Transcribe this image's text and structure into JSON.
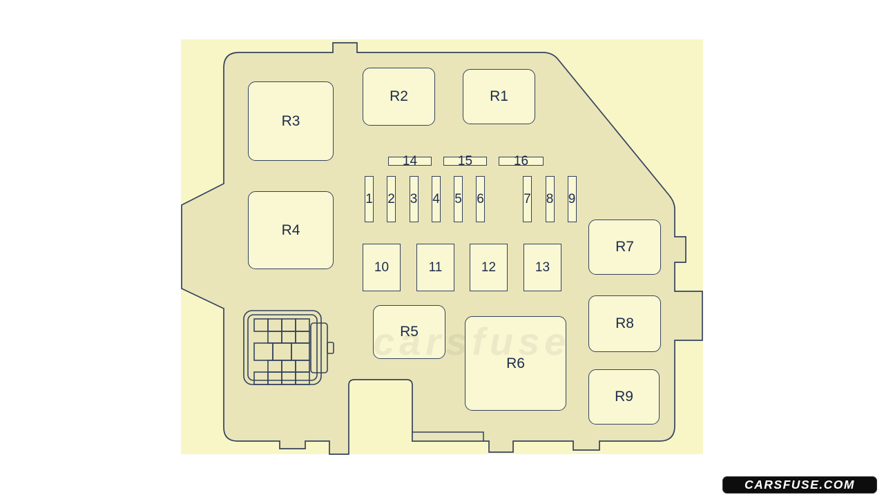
{
  "diagram": {
    "relays": [
      "R1",
      "R2",
      "R3",
      "R4",
      "R5",
      "R6",
      "R7",
      "R8",
      "R9"
    ],
    "fuses_vertical": [
      "1",
      "2",
      "3",
      "4",
      "5",
      "6",
      "7",
      "8",
      "9"
    ],
    "fuses_square": [
      "10",
      "11",
      "12",
      "13"
    ],
    "fuse_bars": [
      "14",
      "15",
      "16"
    ],
    "faint_watermark": "carsfuse"
  },
  "watermark": {
    "text": "CARSFUSE.COM"
  },
  "colors": {
    "page_background": "#ffffff",
    "image_background": "#f8f6c6",
    "box_fill": "#e9e5b9",
    "component_fill": "#faf8d2",
    "line": "#33415e",
    "text": "#1d2b4d",
    "badge_background": "#0d0d0d",
    "badge_text": "#ffffff"
  }
}
